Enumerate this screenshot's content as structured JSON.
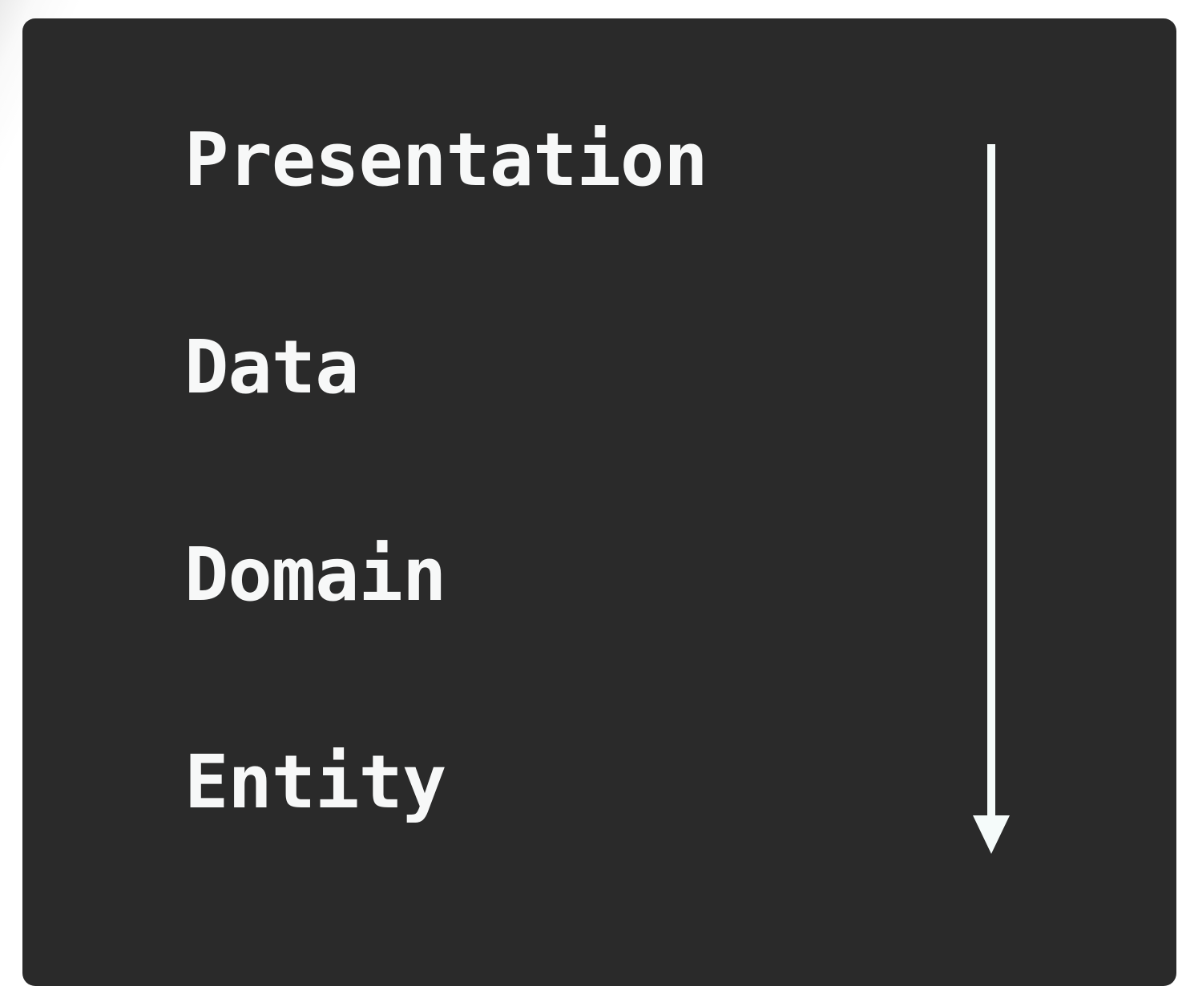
{
  "diagram": {
    "layers": [
      {
        "label": "Presentation"
      },
      {
        "label": "Data"
      },
      {
        "label": "Domain"
      },
      {
        "label": "Entity"
      }
    ],
    "arrow": {
      "icon": "down-arrow-icon",
      "direction": "down"
    }
  },
  "colors": {
    "page_background": "#ffffff",
    "panel_background": "#2a2a2a",
    "label_text": "#f7f8f8",
    "arrow": "#f5fbfa"
  }
}
